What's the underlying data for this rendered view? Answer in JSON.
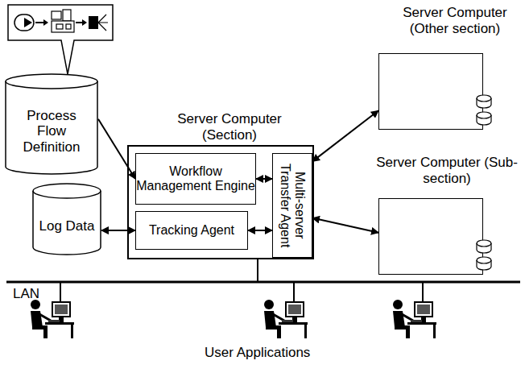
{
  "diagram": {
    "nodes": [
      {
        "text": [
          "Process Flow Definition"
        ]
      },
      {
        "text": [
          "Server Computer (Section)"
        ]
      },
      {
        "text": [
          "Workflow Management Engine"
        ],
        "in": 1
      },
      {
        "text": [
          "Multi-server Transfer Agent"
        ],
        "in": 1
      },
      {
        "text": [
          "Tracking Agent"
        ],
        "in": 1
      },
      {
        "text": [
          "Log Data"
        ]
      },
      {
        "text": [
          "Server Computer (Other section)"
        ]
      },
      {
        "text": [
          "Server Computer (Sub-section)"
        ]
      }
    ],
    "edges": [
      {
        "from": 0,
        "to": 2,
        "arrow": "to"
      },
      {
        "from": 2,
        "to": 3,
        "arrow": "both"
      },
      {
        "from": 5,
        "to": 4,
        "arrow": "both"
      },
      {
        "from": 4,
        "to": 3,
        "arrow": "both"
      },
      {
        "from": 3,
        "to": 6,
        "arrow": "both"
      },
      {
        "from": 3,
        "to": 7,
        "arrow": "both"
      }
    ],
    "labels": [
      "LAN",
      "User Applications"
    ]
  }
}
